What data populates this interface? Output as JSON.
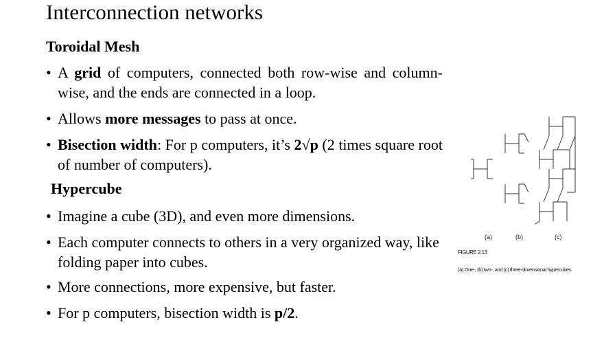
{
  "slide": {
    "title": "Interconnection networks",
    "sections": [
      {
        "heading": "Toroidal Mesh",
        "bullets": [
          {
            "pre": "A ",
            "bold": "grid",
            "post": " of computers, connected both row-wise and column-wise, and the ends are connected in a loop."
          },
          {
            "pre": "Allows ",
            "bold": "more messages",
            "post": " to pass at once."
          },
          {
            "pre": "",
            "bold": "Bisection width",
            "mid": ": For p computers, it’s ",
            "bold2": "2√p",
            "post": " (2 times square root of number of computers)."
          }
        ]
      },
      {
        "heading": "Hypercube",
        "bullets": [
          {
            "text": "Imagine a cube (3D), and even more dimensions."
          },
          {
            "text": "Each computer connects to others in a very organized way, like folding paper into cubes."
          },
          {
            "text": "More connections, more expensive, but faster."
          },
          {
            "pre": "For p computers, bisection width is ",
            "bold": "p/2",
            "post": "."
          }
        ]
      }
    ],
    "bullet_glyph": "•"
  },
  "figure": {
    "panel_labels": [
      "(a)",
      "(b)",
      "(c)"
    ],
    "caption_label": "FIGURE 2.13",
    "caption_text": "(a) One-, (b) two-, and (c) three-dimensional hypercubes"
  }
}
